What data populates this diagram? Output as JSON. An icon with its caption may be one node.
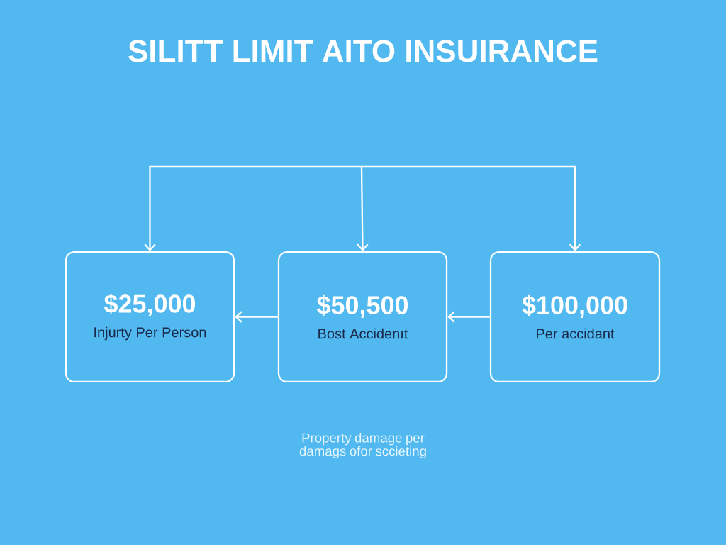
{
  "diagram": {
    "title": "SILITT LIMIT AITO INSUIRANCE",
    "nodes": [
      {
        "text": [
          "$25,000",
          "Injurty Per Person"
        ]
      },
      {
        "text": [
          "$50,500",
          "Bost Accidenıt"
        ]
      },
      {
        "text": [
          "$100,000",
          "Per accidant"
        ]
      }
    ],
    "edges": [
      {
        "from": null,
        "to": 0,
        "arrow": "to"
      },
      {
        "from": null,
        "to": 1,
        "arrow": "to"
      },
      {
        "from": null,
        "to": 2,
        "arrow": "to"
      },
      {
        "from": 1,
        "to": 0,
        "arrow": "to"
      },
      {
        "from": 2,
        "to": 1,
        "arrow": "to"
      }
    ],
    "labels": [
      "Property damage per damags ofor sccieting"
    ]
  }
}
